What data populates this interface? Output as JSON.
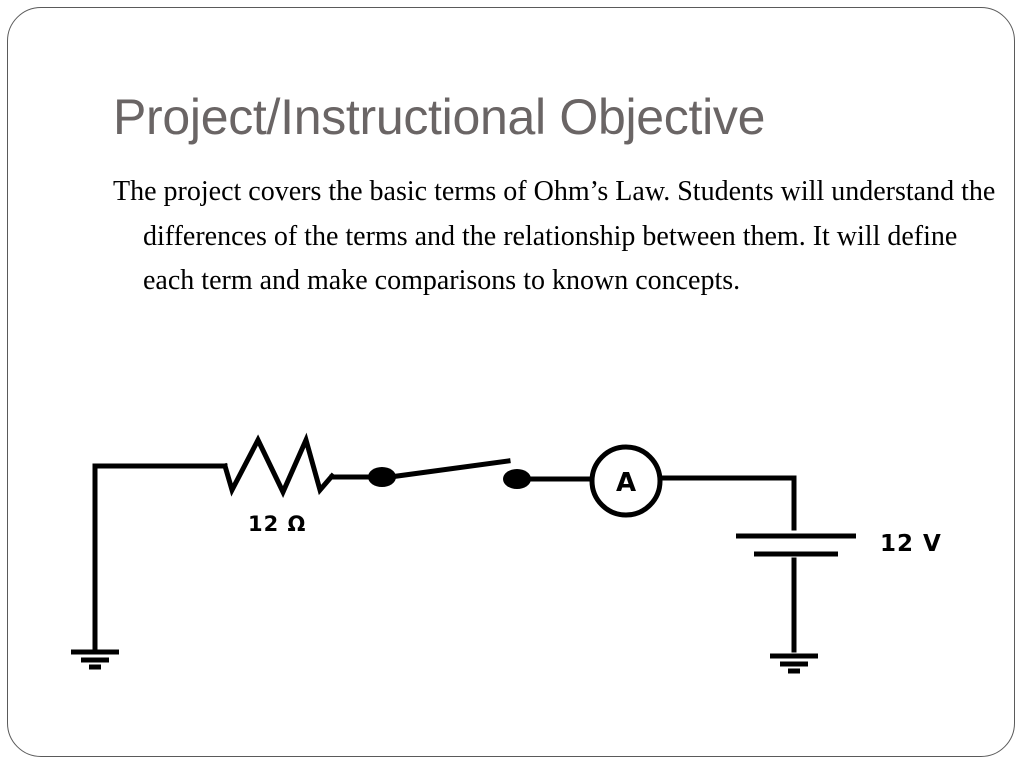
{
  "slide": {
    "title": "Project/Instructional Objective",
    "body": "The project covers the basic terms of Ohm’s Law. Students will understand the differences of the terms and the relationship between them. It will define each term and make comparisons to known concepts."
  },
  "circuit": {
    "resistor_label": "12 Ω",
    "ammeter_label": "A",
    "battery_label": "12 V"
  }
}
